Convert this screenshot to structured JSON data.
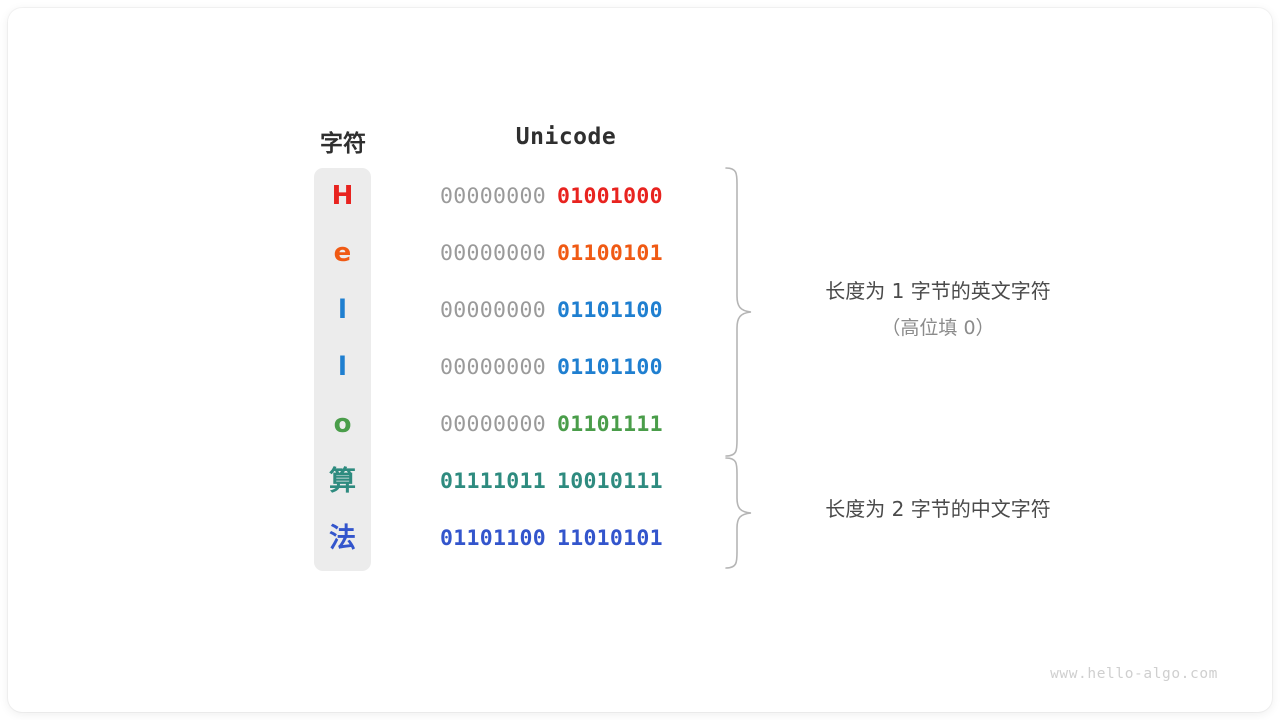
{
  "watermark": "www.hello-algo.com",
  "headers": {
    "character": "字符",
    "unicode": "Unicode"
  },
  "colors": {
    "red": "#e8231f",
    "orange": "#f05a14",
    "blue": "#1f7fd0",
    "green": "#4a9d4a",
    "teal": "#2e8b7f",
    "indigo": "#3355cc",
    "gray_pad": "#9a9a9a",
    "column_bg": "#ececec",
    "header_text": "#2f2f2f",
    "annotation_text": "#4a4a4a",
    "annotation_sub": "#8b8b8b",
    "watermark": "#cfcfcf"
  },
  "rows": [
    {
      "char": "H",
      "color": "#e8231f",
      "high_byte": "00000000",
      "low_byte": "01001000",
      "high_is_pad": true,
      "cjk": false
    },
    {
      "char": "e",
      "color": "#f05a14",
      "high_byte": "00000000",
      "low_byte": "01100101",
      "high_is_pad": true,
      "cjk": false
    },
    {
      "char": "l",
      "color": "#1f7fd0",
      "high_byte": "00000000",
      "low_byte": "01101100",
      "high_is_pad": true,
      "cjk": false
    },
    {
      "char": "l",
      "color": "#1f7fd0",
      "high_byte": "00000000",
      "low_byte": "01101100",
      "high_is_pad": true,
      "cjk": false
    },
    {
      "char": "o",
      "color": "#4a9d4a",
      "high_byte": "00000000",
      "low_byte": "01101111",
      "high_is_pad": true,
      "cjk": false
    },
    {
      "char": "算",
      "color": "#2e8b7f",
      "high_byte": "01111011",
      "low_byte": "10010111",
      "high_is_pad": false,
      "cjk": true
    },
    {
      "char": "法",
      "color": "#3355cc",
      "high_byte": "01101100",
      "low_byte": "11010101",
      "high_is_pad": false,
      "cjk": true
    }
  ],
  "annotations": [
    {
      "line1": "长度为 1 字节的英文字符",
      "line2": "（高位填 0）",
      "covers_rows": [
        0,
        1,
        2,
        3,
        4
      ]
    },
    {
      "line1": "长度为 2 字节的中文字符",
      "line2": "",
      "covers_rows": [
        5,
        6
      ]
    }
  ]
}
